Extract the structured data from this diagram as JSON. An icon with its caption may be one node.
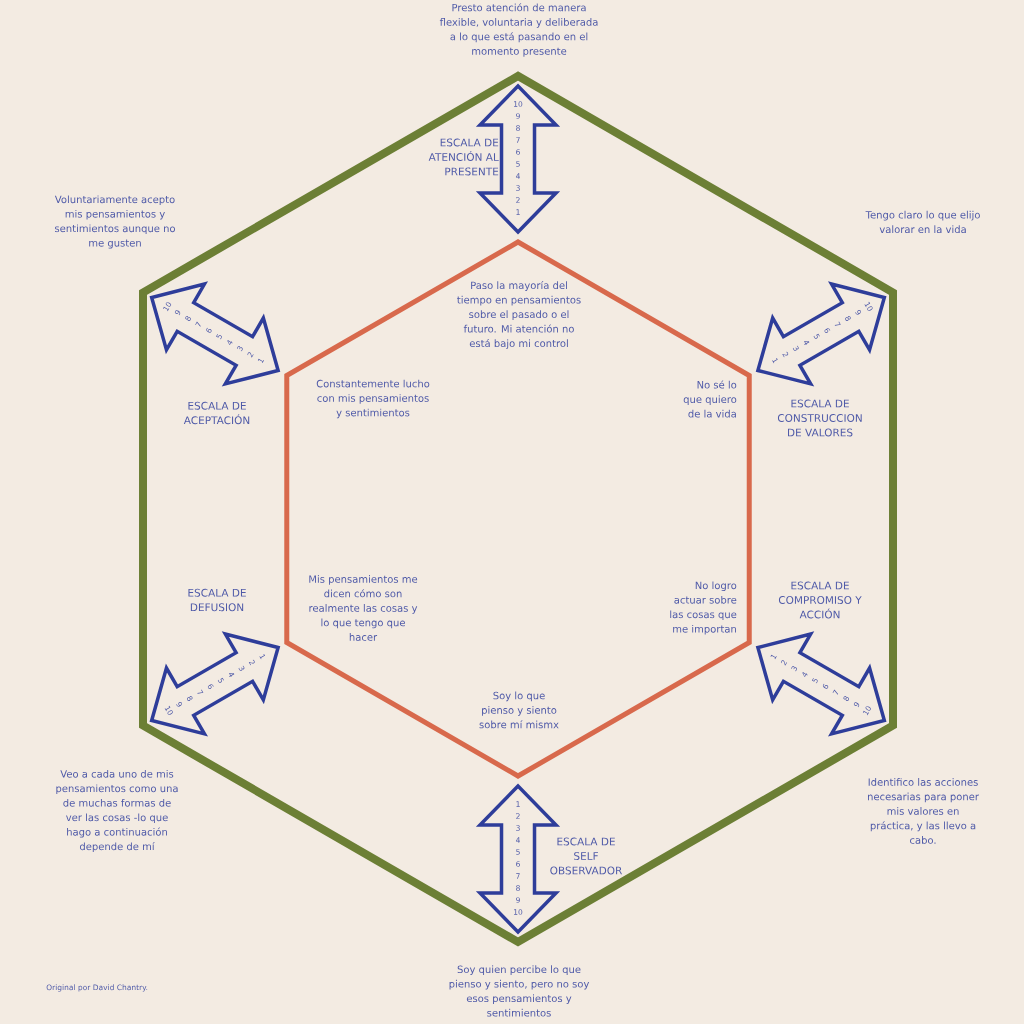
{
  "diagram": {
    "nodes": [
      {
        "text": [],
        "shape": "hexagon",
        "beside": [
          "Presto atención de manera flexible, voluntaria y deliberada a lo que está pasando en el momento presente",
          "Voluntariamente acepto mis pensamientos y sentimientos aunque no me gusten",
          "Tengo claro lo que elijo valorar en la vida",
          "Veo a cada uno de mis pensamientos como una de muchas formas de ver las cosas -lo que hago a continuación depende de mí",
          "Identifico las acciones necesarias para poner mis valores en práctica, y las llevo a cabo.",
          "Soy quien percibe lo que pienso y siento, pero no soy esos pensamientos y sentimientos"
        ]
      },
      {
        "text": [
          "Paso la mayoría del tiempo en pensamientos sobre el pasado o el futuro. Mi atención no está bajo mi control",
          "Constantemente lucho con mis pensamientos y sentimientos",
          "No sé lo que quiero de la vida",
          "Mis pensamientos me dicen cómo son realmente las cosas y lo que tengo que hacer",
          "No logro actuar sobre las cosas que me importan",
          "Soy lo que pienso y siento sobre mí mismx"
        ],
        "in": 0
      },
      {
        "text": [
          "10",
          "9",
          "8",
          "7",
          "6",
          "5",
          "4",
          "3",
          "2",
          "1"
        ],
        "in": 0,
        "beside": [
          "ESCALA DE ATENCIÓN AL PRESENTE"
        ]
      },
      {
        "text": [
          "10",
          "9",
          "8",
          "7",
          "6",
          "5",
          "4",
          "3",
          "2",
          "1"
        ],
        "in": 0,
        "beside": [
          "ESCALA DE ACEPTACIÓN"
        ]
      },
      {
        "text": [
          "10",
          "9",
          "8",
          "7",
          "6",
          "5",
          "4",
          "3",
          "2",
          "1"
        ],
        "in": 0,
        "beside": [
          "ESCALA DE CONSTRUCCION DE VALORES"
        ]
      },
      {
        "text": [
          "1",
          "2",
          "3",
          "4",
          "5",
          "6",
          "7",
          "8",
          "9",
          "10"
        ],
        "in": 0,
        "beside": [
          "ESCALA DE DEFUSION"
        ]
      },
      {
        "text": [
          "1",
          "2",
          "3",
          "4",
          "5",
          "6",
          "7",
          "8",
          "9",
          "10"
        ],
        "in": 0,
        "beside": [
          "ESCALA DE COMPROMISO Y ACCIÓN"
        ]
      },
      {
        "text": [
          "1",
          "2",
          "3",
          "4",
          "5",
          "6",
          "7",
          "8",
          "9",
          "10"
        ],
        "in": 0,
        "beside": [
          "ESCALA DE SELF OBSERVADOR"
        ]
      }
    ],
    "labels": [
      "Original por David Chantry."
    ]
  }
}
